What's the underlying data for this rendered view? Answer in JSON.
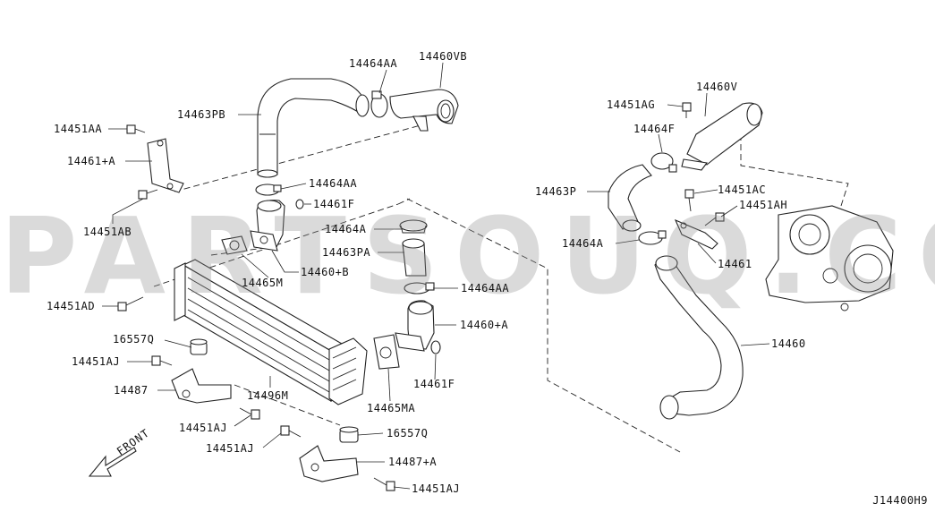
{
  "diagram": {
    "code": "J14400H9",
    "watermark": "PARTSOUQ.COM",
    "front_label": "FRONT",
    "callouts": [
      {
        "id": "14464AA-top",
        "text": "14464AA"
      },
      {
        "id": "14460VB",
        "text": "14460VB"
      },
      {
        "id": "14463PB",
        "text": "14463PB"
      },
      {
        "id": "14451AA",
        "text": "14451AA"
      },
      {
        "id": "14461A",
        "text": "14461+A"
      },
      {
        "id": "14464AA-mid",
        "text": "14464AA"
      },
      {
        "id": "14461F-top",
        "text": "14461F"
      },
      {
        "id": "14451AB",
        "text": "14451AB"
      },
      {
        "id": "14464A-mid",
        "text": "14464A"
      },
      {
        "id": "14463PA",
        "text": "14463PA"
      },
      {
        "id": "14460B",
        "text": "14460+B"
      },
      {
        "id": "14465M",
        "text": "14465M"
      },
      {
        "id": "14464AA-low",
        "text": "14464AA"
      },
      {
        "id": "14451AD",
        "text": "14451AD"
      },
      {
        "id": "14460A",
        "text": "14460+A"
      },
      {
        "id": "16557Q-left",
        "text": "16557Q"
      },
      {
        "id": "14451AJ-1",
        "text": "14451AJ"
      },
      {
        "id": "14461F-low",
        "text": "14461F"
      },
      {
        "id": "14487",
        "text": "14487"
      },
      {
        "id": "14496M",
        "text": "14496M"
      },
      {
        "id": "14465MA",
        "text": "14465MA"
      },
      {
        "id": "14451AJ-2",
        "text": "14451AJ"
      },
      {
        "id": "14451AJ-3",
        "text": "14451AJ"
      },
      {
        "id": "16557Q-right",
        "text": "16557Q"
      },
      {
        "id": "14487A",
        "text": "14487+A"
      },
      {
        "id": "14451AJ-4",
        "text": "14451AJ"
      },
      {
        "id": "14451AG",
        "text": "14451AG"
      },
      {
        "id": "14460V",
        "text": "14460V"
      },
      {
        "id": "14464F",
        "text": "14464F"
      },
      {
        "id": "14463P",
        "text": "14463P"
      },
      {
        "id": "14451AC",
        "text": "14451AC"
      },
      {
        "id": "14451AH",
        "text": "14451AH"
      },
      {
        "id": "14464A-right",
        "text": "14464A"
      },
      {
        "id": "14461",
        "text": "14461"
      },
      {
        "id": "14460",
        "text": "14460"
      }
    ]
  }
}
